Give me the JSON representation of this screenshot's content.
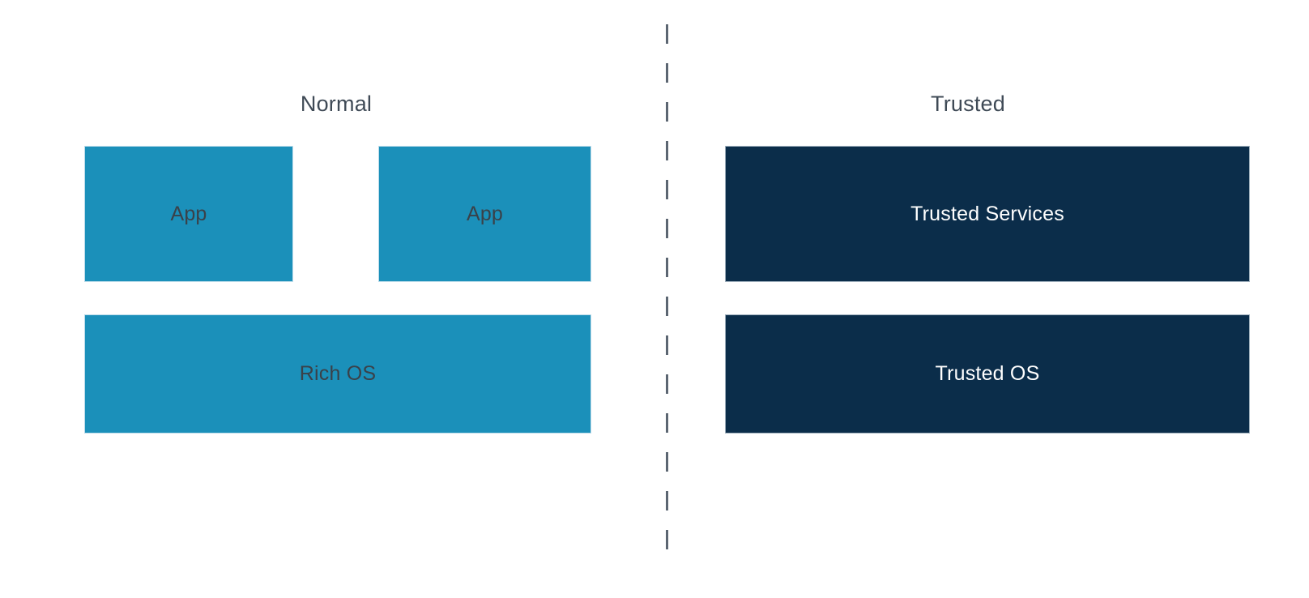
{
  "diagram": {
    "background_color": "#ffffff",
    "divider": {
      "name": "world-separator",
      "style": "dashed-vertical",
      "color": "#5c6672"
    },
    "columns": [
      {
        "id": "normal",
        "title": "Normal",
        "title_color": "#3f4a56",
        "block_color": "#1b90ba",
        "block_text_color": "#3a4149",
        "blocks": [
          {
            "label": "App"
          },
          {
            "label": "App"
          },
          {
            "label": "Rich OS"
          }
        ]
      },
      {
        "id": "trusted",
        "title": "Trusted",
        "title_color": "#3f4a56",
        "block_color": "#0b2d4a",
        "block_text_color": "#ffffff",
        "blocks": [
          {
            "label": "Trusted Services"
          },
          {
            "label": "Trusted OS"
          }
        ]
      }
    ]
  }
}
